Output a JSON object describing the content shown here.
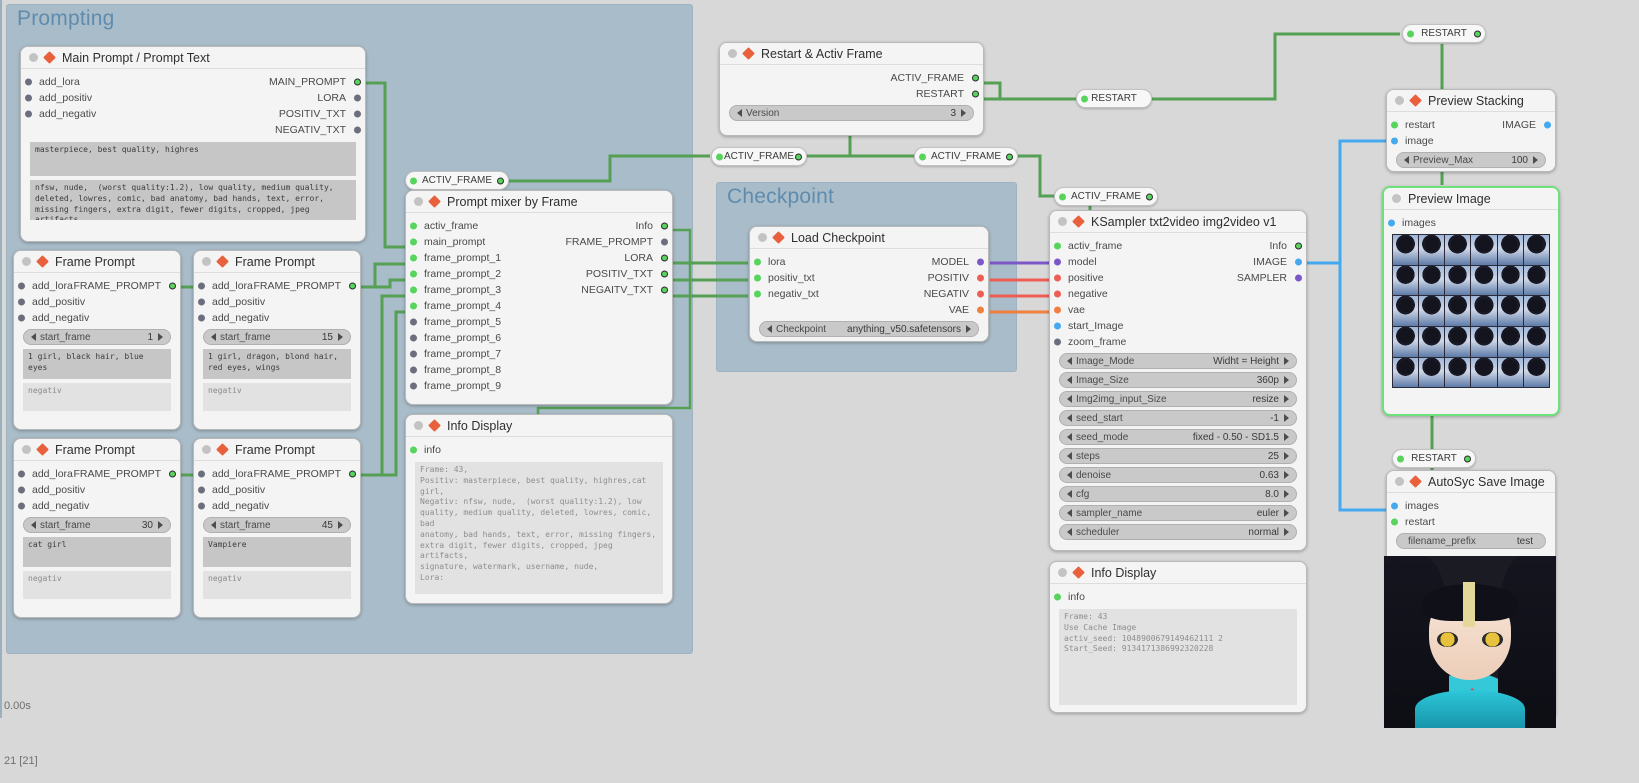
{
  "groups": [
    {
      "title": "Prompting"
    },
    {
      "title": "Checkpoint"
    }
  ],
  "nodes": {
    "main_prompt": {
      "title": "Main Prompt / Prompt Text",
      "inputs": [
        "add_lora",
        "add_positiv",
        "add_negativ"
      ],
      "outputs": [
        "MAIN_PROMPT",
        "LORA",
        "POSITIV_TXT",
        "NEGATIV_TXT"
      ],
      "positive_text": "masterpiece, best quality, highres",
      "negative_text": "nfsw, nude,  (worst quality:1.2), low quality, medium quality, deleted, lowres, comic, bad anatomy, bad hands, text, error, missing fingers, extra digit, fewer digits, cropped, jpeg artifacts,"
    },
    "frame_prompt_1": {
      "title": "Frame Prompt",
      "inputs": [
        "add_lora",
        "add_positiv",
        "add_negativ"
      ],
      "outputs": [
        "FRAME_PROMPT"
      ],
      "widget_name": "start_frame",
      "widget_value": "1",
      "positive_text": "1 girl, black hair, blue eyes",
      "negative_text": "negativ"
    },
    "frame_prompt_2": {
      "title": "Frame Prompt",
      "inputs": [
        "add_lora",
        "add_positiv",
        "add_negativ"
      ],
      "outputs": [
        "FRAME_PROMPT"
      ],
      "widget_name": "start_frame",
      "widget_value": "15",
      "positive_text": "1 girl, dragon, blond hair, red eyes, wings",
      "negative_text": "negativ"
    },
    "frame_prompt_3": {
      "title": "Frame Prompt",
      "inputs": [
        "add_lora",
        "add_positiv",
        "add_negativ"
      ],
      "outputs": [
        "FRAME_PROMPT"
      ],
      "widget_name": "start_frame",
      "widget_value": "30",
      "positive_text": "cat girl",
      "negative_text": "negativ"
    },
    "frame_prompt_4": {
      "title": "Frame Prompt",
      "inputs": [
        "add_lora",
        "add_positiv",
        "add_negativ"
      ],
      "outputs": [
        "FRAME_PROMPT"
      ],
      "widget_name": "start_frame",
      "widget_value": "45",
      "positive_text": "Vampiere",
      "negative_text": "negativ"
    },
    "prompt_mixer": {
      "title": "Prompt mixer by Frame",
      "inputs": [
        "activ_frame",
        "main_prompt",
        "frame_prompt_1",
        "frame_prompt_2",
        "frame_prompt_3",
        "frame_prompt_4",
        "frame_prompt_5",
        "frame_prompt_6",
        "frame_prompt_7",
        "frame_prompt_8",
        "frame_prompt_9"
      ],
      "outputs": [
        "Info",
        "FRAME_PROMPT",
        "LORA",
        "POSITIV_TXT",
        "NEGAITV_TXT"
      ]
    },
    "info_display_left": {
      "title": "Info Display",
      "inputs": [
        "info"
      ],
      "text": "Frame: 43,\nPositiv: masterpiece, best quality, highres,cat girl,\nNegativ: nfsw, nude,  (worst quality:1.2), low\nquality, medium quality, deleted, lowres, comic, bad\nanatomy, bad hands, text, error, missing fingers,\nextra digit, fewer digits, cropped, jpeg artifacts,\nsignature, watermark, username, nude,\nLora:"
    },
    "restart_activ_frame": {
      "title": "Restart & Activ Frame",
      "outputs": [
        "ACTIV_FRAME",
        "RESTART"
      ],
      "widget_name": "Version",
      "widget_value": "3"
    },
    "load_checkpoint": {
      "title": "Load Checkpoint",
      "inputs": [
        "lora",
        "positiv_txt",
        "negativ_txt"
      ],
      "outputs": [
        "MODEL",
        "POSITIV",
        "NEGATIV",
        "VAE"
      ],
      "widget_name": "Checkpoint",
      "widget_value": "anything_v50.safetensors"
    },
    "ksampler": {
      "title": "KSampler txt2video img2video v1",
      "inputs": [
        "activ_frame",
        "model",
        "positive",
        "negative",
        "vae",
        "start_Image",
        "zoom_frame"
      ],
      "outputs": [
        "Info",
        "IMAGE",
        "SAMPLER"
      ],
      "widgets": [
        {
          "name": "Image_Mode",
          "value": "Widht = Height"
        },
        {
          "name": "Image_Size",
          "value": "360p"
        },
        {
          "name": "Img2img_input_Size",
          "value": "resize"
        },
        {
          "name": "seed_start",
          "value": "-1"
        },
        {
          "name": "seed_mode",
          "value": "fixed - 0.50 - SD1.5"
        },
        {
          "name": "steps",
          "value": "25"
        },
        {
          "name": "denoise",
          "value": "0.63"
        },
        {
          "name": "cfg",
          "value": "8.0"
        },
        {
          "name": "sampler_name",
          "value": "euler"
        },
        {
          "name": "scheduler",
          "value": "normal"
        }
      ]
    },
    "info_display_right": {
      "title": "Info Display",
      "inputs": [
        "info"
      ],
      "text": "Frame: 43\nUse Cache Image\nactiv_seed: 1048900679149462111 2\nStart_Seed: 9134171386992320228"
    },
    "preview_stacking": {
      "title": "Preview Stacking",
      "inputs": [
        "restart",
        "image"
      ],
      "outputs": [
        "IMAGE"
      ],
      "widget_name": "Preview_Max",
      "widget_value": "100"
    },
    "preview_image": {
      "title": "Preview Image",
      "inputs": [
        "images"
      ],
      "thumb_count": 30
    },
    "autosyc_save_image": {
      "title": "AutoSyc Save Image",
      "inputs": [
        "images",
        "restart"
      ],
      "widget_name": "filename_prefix",
      "widget_value": "test"
    }
  },
  "reroutes": [
    {
      "label": "ACTIV_FRAME",
      "id": "rr-activ-1"
    },
    {
      "label": "ACTIV_FRAME",
      "id": "rr-activ-2"
    },
    {
      "label": "ACTIV_FRAME",
      "id": "rr-activ-3"
    },
    {
      "label": "ACTIV_FRAME",
      "id": "rr-activ-4"
    },
    {
      "label": "RESTART",
      "id": "rr-restart-1"
    },
    {
      "label": "RESTART",
      "id": "rr-restart-2"
    },
    {
      "label": "RESTART",
      "id": "rr-restart-3"
    }
  ],
  "status": {
    "time": "0.00s",
    "counter": "21 [21]"
  },
  "colors": {
    "group_bg": "#a9bcc9",
    "group_title": "#5f8cae",
    "node_bg": "#f4f4f4",
    "accent_diamond": "#e8603c",
    "link_green": "#55a055",
    "link_purple": "#7c57c8",
    "link_red": "#ee5e54",
    "link_orange": "#f08040",
    "link_blue": "#45a9f0",
    "selected_border": "#6ee07a"
  }
}
